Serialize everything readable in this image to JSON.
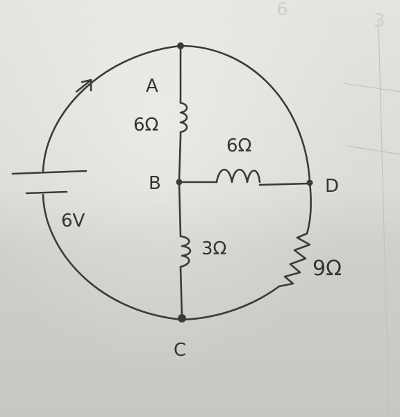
{
  "diagram": {
    "nodes": {
      "A": "A",
      "B": "B",
      "C": "C",
      "D": "D"
    },
    "components": {
      "r_ab": "6Ω",
      "r_bd": "6Ω",
      "r_bc": "3Ω",
      "r_dc": "9Ω",
      "battery": "6V"
    },
    "background_marks": {
      "mark_1": "6",
      "mark_2": "3"
    },
    "colors": {
      "ink": "#3a3a3a",
      "paper": "#dcdcd6"
    }
  }
}
